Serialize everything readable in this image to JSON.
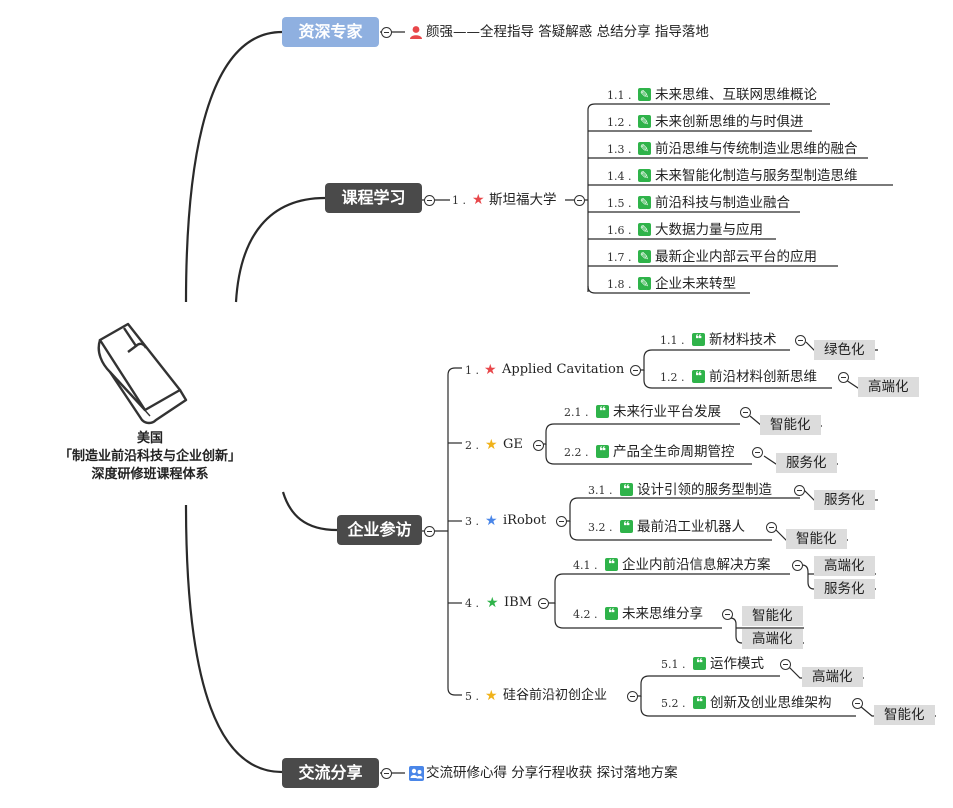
{
  "root": {
    "line1": "美国",
    "line2": "「制造业前沿科技与企业创新」",
    "line3": "深度研修班课程体系",
    "icon": "book-icon"
  },
  "experts": {
    "label": "资深专家",
    "detail": "颜强——全程指导  答疑解惑  总结分享  指导落地",
    "icon": "person-icon"
  },
  "courses": {
    "label": "课程学习",
    "school_no": "1 .",
    "school": "斯坦福大学",
    "items": [
      {
        "no": "1.1 .",
        "text": "未来思维、互联网思维概论"
      },
      {
        "no": "1.2 .",
        "text": "未来创新思维的与时俱进"
      },
      {
        "no": "1.3 .",
        "text": "前沿思维与传统制造业思维的融合"
      },
      {
        "no": "1.4 .",
        "text": "未来智能化制造与服务型制造思维"
      },
      {
        "no": "1.5 .",
        "text": "前沿科技与制造业融合"
      },
      {
        "no": "1.6 .",
        "text": "大数据力量与应用"
      },
      {
        "no": "1.7 .",
        "text": "最新企业内部云平台的应用"
      },
      {
        "no": "1.8 .",
        "text": "企业未来转型"
      }
    ]
  },
  "visits": {
    "label": "企业参访",
    "companies": [
      {
        "no": "1 .",
        "name": "Applied Cavitation",
        "items": [
          {
            "no": "1.1 .",
            "text": "新材料技术",
            "tags": [
              "绿色化"
            ]
          },
          {
            "no": "1.2 .",
            "text": "前沿材料创新思维",
            "tags": [
              "高端化"
            ]
          }
        ]
      },
      {
        "no": "2 .",
        "name": "GE",
        "items": [
          {
            "no": "2.1 .",
            "text": "未来行业平台发展",
            "tags": [
              "智能化"
            ]
          },
          {
            "no": "2.2 .",
            "text": "产品全生命周期管控",
            "tags": [
              "服务化"
            ]
          }
        ]
      },
      {
        "no": "3 .",
        "name": "iRobot",
        "items": [
          {
            "no": "3.1 .",
            "text": "设计引领的服务型制造",
            "tags": [
              "服务化"
            ]
          },
          {
            "no": "3.2 .",
            "text": "最前沿工业机器人",
            "tags": [
              "智能化"
            ]
          }
        ]
      },
      {
        "no": "4 .",
        "name": "IBM",
        "items": [
          {
            "no": "4.1 .",
            "text": "企业内前沿信息解决方案",
            "tags": [
              "高端化",
              "服务化"
            ]
          },
          {
            "no": "4.2 .",
            "text": "未来思维分享",
            "tags": [
              "智能化",
              "高端化"
            ]
          }
        ]
      },
      {
        "no": "5 .",
        "name": "硅谷前沿初创企业",
        "items": [
          {
            "no": "5.1 .",
            "text": "运作模式",
            "tags": [
              "高端化"
            ]
          },
          {
            "no": "5.2 .",
            "text": "创新及创业思维架构",
            "tags": [
              "智能化"
            ]
          }
        ]
      }
    ]
  },
  "sharing": {
    "label": "交流分享",
    "detail": "交流研修心得  分享行程收获  探讨落地方案",
    "icon": "people-icon"
  },
  "colors": {
    "dark_node": "#4a4a4a",
    "blue_node": "#8fb0e0",
    "tag_bg": "#dcdcdc",
    "red_star": "#e8474a",
    "yellow_star": "#f0b21a",
    "blue_star": "#4a86e8",
    "green_star": "#2fb34a",
    "green_icon": "#2fb34a"
  },
  "icons": {
    "pencil": "pencil-icon",
    "quote": "quote-icon",
    "star": "star-icon"
  }
}
